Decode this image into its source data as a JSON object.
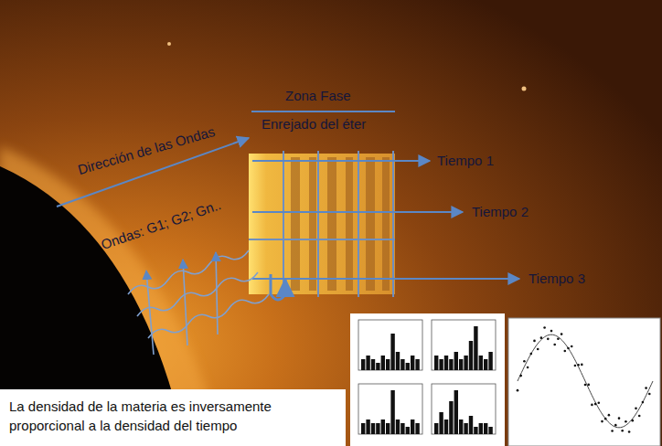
{
  "diagram": {
    "caption": "La densidad de la materia es inversamente proporcional a la densidad del tiempo",
    "labels": [
      "Zona Fase",
      "Enrejado del éter",
      "Dirección de las Ondas",
      "Ondas: G1; G2; Gn..",
      "Tiempo 1",
      "Tiempo 2",
      "Tiempo 3"
    ]
  }
}
